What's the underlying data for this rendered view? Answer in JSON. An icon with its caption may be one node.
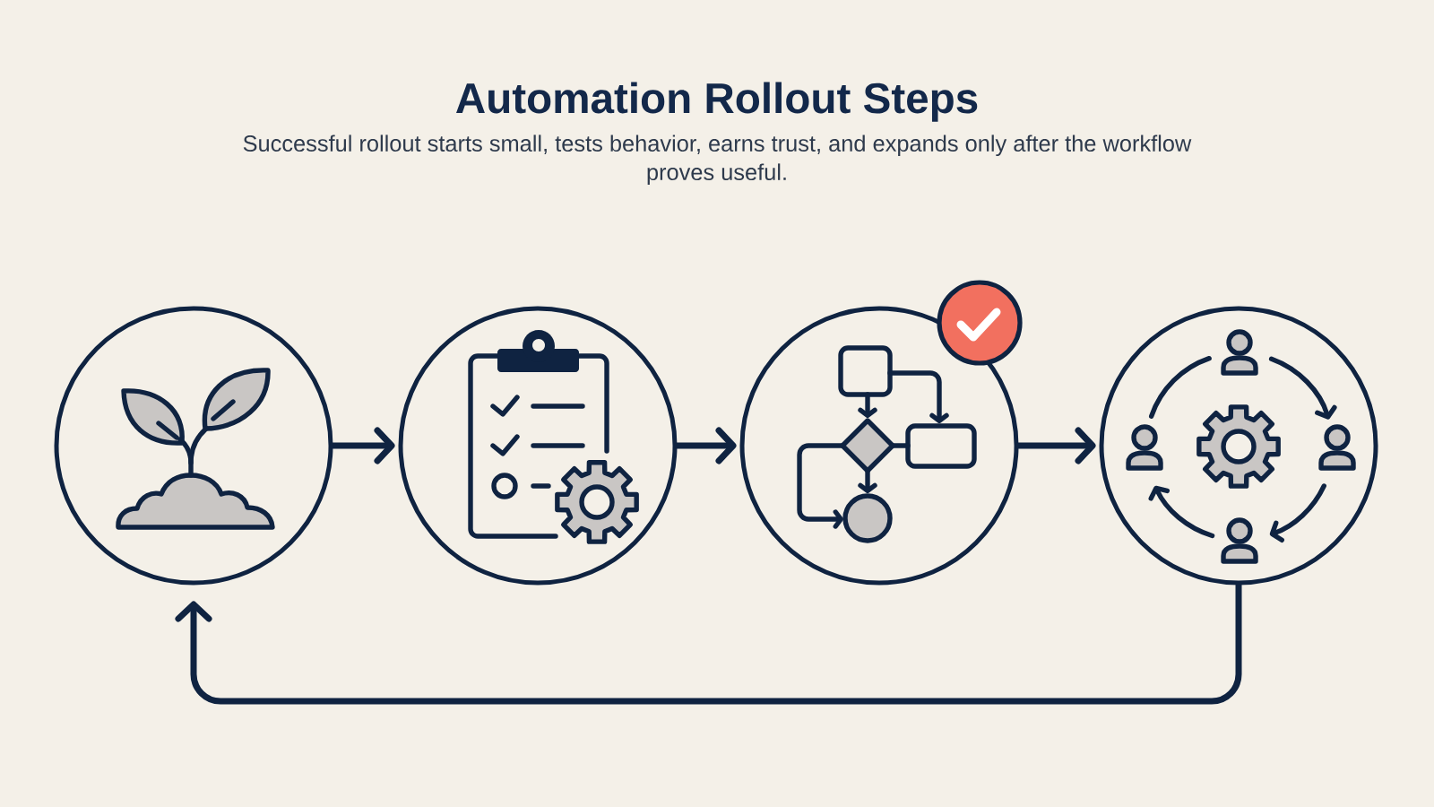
{
  "diagram": {
    "title": "Automation Rollout Steps",
    "caption": "Successful rollout starts small, tests behavior, earns trust, and expands only after the workflow proves useful.",
    "nodes": [
      {
        "text": [],
        "shape": "circle"
      },
      {
        "text": [],
        "shape": "circle"
      },
      {
        "text": [],
        "shape": "circle"
      },
      {
        "text": [],
        "shape": "circle"
      }
    ],
    "edges": [
      {
        "from": 0,
        "to": 1,
        "arrow": "to"
      },
      {
        "from": 1,
        "to": 2,
        "arrow": "to"
      },
      {
        "from": 2,
        "to": 3,
        "arrow": "to"
      },
      {
        "from": 3,
        "to": 0,
        "arrow": "to"
      }
    ]
  }
}
